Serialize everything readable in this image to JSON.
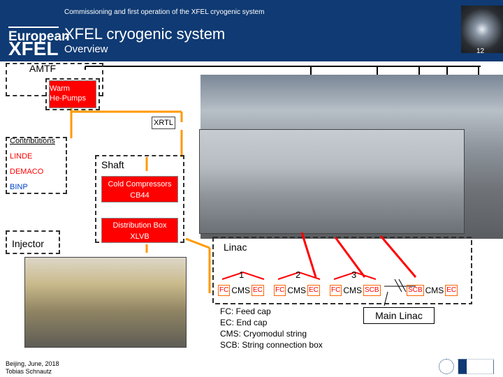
{
  "header": {
    "subtitle": "Commissioning and first operation of the XFEL cryogenic system",
    "title": "XFEL cryogenic system",
    "section": "Overview",
    "page_number": "12",
    "logo_word1": "European",
    "logo_word2": "XFEL"
  },
  "diagram": {
    "amtf": "AMTF",
    "warm_pumps": "Warm\nHe-Pumps",
    "xrtl": "XRTL",
    "contributions_title": "Contributions",
    "contributions": [
      {
        "name": "LINDE",
        "color": "#ff0000"
      },
      {
        "name": "DEMACO",
        "color": "#ff0000"
      },
      {
        "name": "BINP",
        "color": "#0044cc"
      }
    ],
    "shaft": "Shaft",
    "cold_compressors": "Cold Compressors\nCB44",
    "distribution_box": "Distribution Box\nXLVB",
    "injector": "Injector",
    "linac": "Linac",
    "strings": [
      "1",
      "2",
      "3"
    ],
    "fc": "FC",
    "cms": "CMS",
    "ec": "EC",
    "scb": "SCB",
    "legend": [
      "FC: Feed cap",
      "EC: End cap",
      "CMS: Cryomodul string",
      "SCB: String connection box"
    ],
    "main_linac": "Main Linac"
  },
  "footer": {
    "line1": "Beijing, June, 2018",
    "line2": "Tobias Schnautz"
  },
  "colors": {
    "header_bg": "#0f3a73",
    "connector_orange": "#ff9900",
    "box_fill": "#ff0000",
    "dash": "#2f2f2f"
  }
}
